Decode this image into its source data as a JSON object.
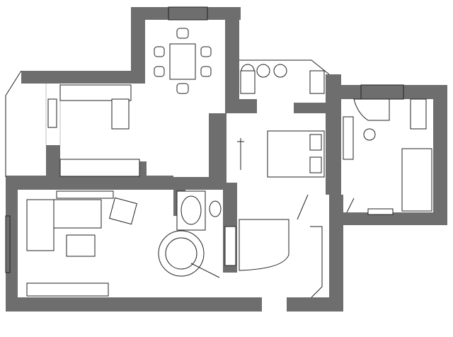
{
  "plan": {
    "colors": {
      "wall": "#6e6e6e",
      "line": "#222222",
      "background": "#ffffff"
    },
    "rooms": [
      "dining",
      "kitchen",
      "living",
      "bathroom",
      "bedroom",
      "study"
    ]
  }
}
